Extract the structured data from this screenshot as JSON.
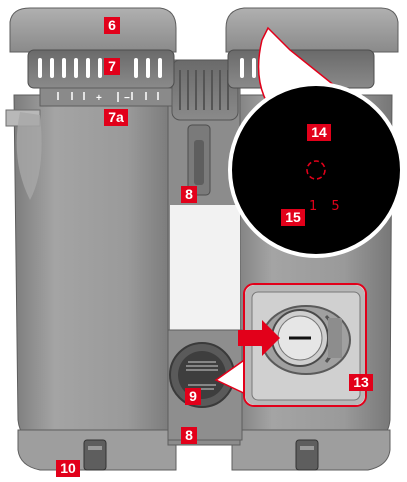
{
  "callouts": {
    "c6": "6",
    "c7": "7",
    "c7a": "7a",
    "c8_upper": "8",
    "c8_lower": "8",
    "c9": "9",
    "c10": "10",
    "c13": "13",
    "c14": "14",
    "c15": "15"
  },
  "display": {
    "readout": "1 5"
  },
  "colors": {
    "accent": "#e2001a",
    "body": "#9a9a9a",
    "body_dark": "#6e6e6e",
    "eyepiece_display": "#000000"
  }
}
